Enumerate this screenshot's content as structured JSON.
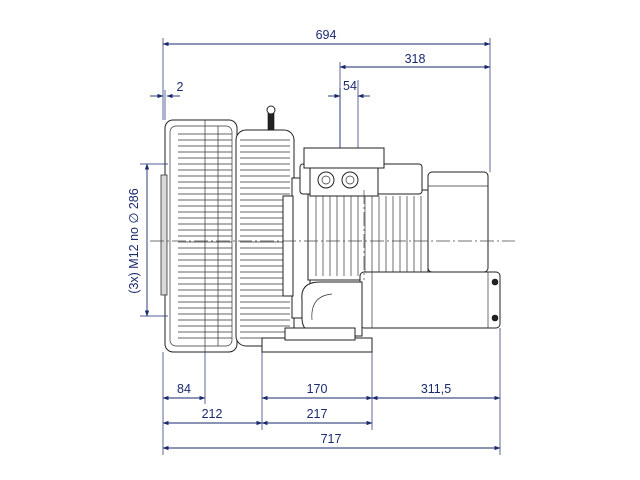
{
  "drawing": {
    "dimensions": {
      "overall_top": "694",
      "right_top": "318",
      "terminal_box": "54",
      "flange_offset": "2",
      "bolt_circle": "(3x) M12 no ∅ 286",
      "left_bottom": "84",
      "foot_span": "170",
      "right_bottom": "311,5",
      "left_mid": "212",
      "mid": "217",
      "overall_bottom": "717"
    },
    "colors": {
      "dimension": "#1a2a6e",
      "outline": "#222222"
    }
  }
}
